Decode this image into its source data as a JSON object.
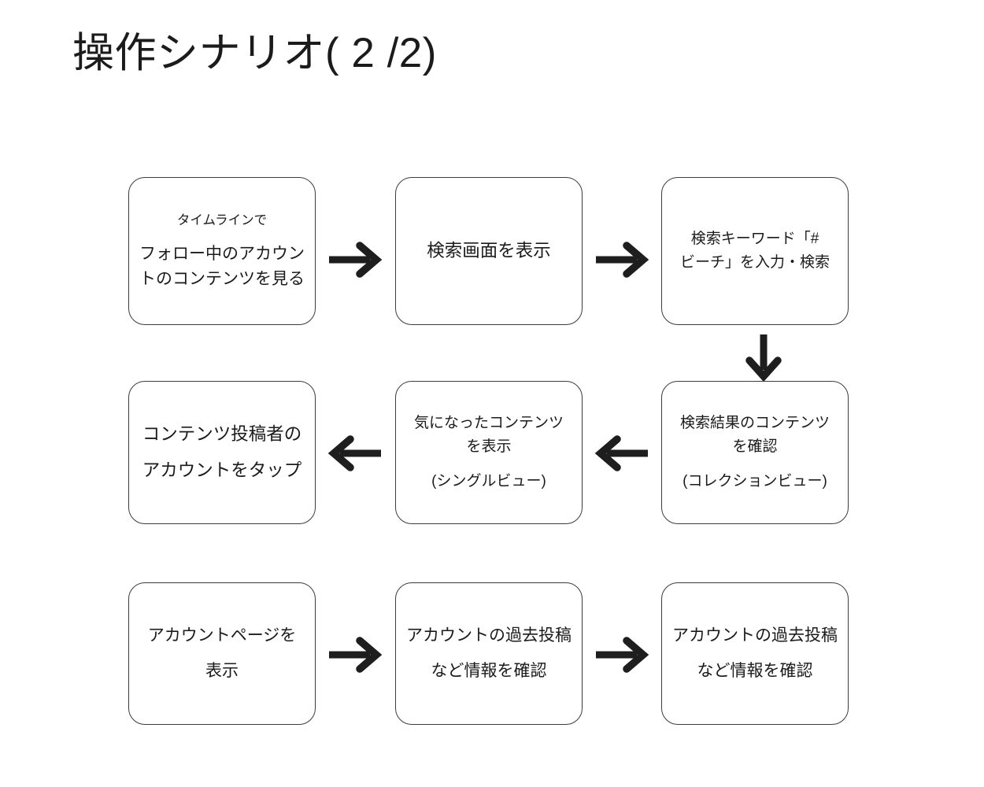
{
  "slide": {
    "title": "操作シナリオ( 2 /2)",
    "background_color": "#ffffff",
    "text_color": "#1b1b1b",
    "box_border_color": "#3c3c3c",
    "arrow_color": "#1e1e1e"
  },
  "boxes": {
    "b1": {
      "id": "timeline-view",
      "line1": "タイムラインで",
      "line2": "フォロー中のアカウン",
      "line3": "トのコンテンツを見る"
    },
    "b2": {
      "id": "search-screen",
      "line1": "検索画面を表示"
    },
    "b3": {
      "id": "search-keyword-input",
      "line1": "検索キーワード「#",
      "line2": "ビーチ」を入力・検索"
    },
    "b4": {
      "id": "search-results-check",
      "line1": "検索結果のコンテンツ",
      "line2": "を確認",
      "line3": "(コレクションビュー)"
    },
    "b5": {
      "id": "single-content-view",
      "line1": "気になったコンテンツ",
      "line2": "を表示",
      "line3": "(シングルビュー)"
    },
    "b6": {
      "id": "tap-poster-account",
      "line1": "コンテンツ投稿者の",
      "line2": "アカウントをタップ"
    },
    "b7": {
      "id": "account-page-view",
      "line1": "アカウントページを",
      "line2": "表示"
    },
    "b8": {
      "id": "account-past-posts-1",
      "line1": "アカウントの過去投稿",
      "line2": "など情報を確認"
    },
    "b9": {
      "id": "account-past-posts-2",
      "line1": "アカウントの過去投稿",
      "line2": "など情報を確認"
    }
  },
  "arrows": {
    "a1": {
      "direction": "right",
      "from": "b1",
      "to": "b2"
    },
    "a2": {
      "direction": "right",
      "from": "b2",
      "to": "b3"
    },
    "a3": {
      "direction": "down",
      "from": "b3",
      "to": "b4"
    },
    "a4": {
      "direction": "left",
      "from": "b4",
      "to": "b5"
    },
    "a5": {
      "direction": "left",
      "from": "b5",
      "to": "b6"
    },
    "a6": {
      "direction": "right",
      "from": "b7",
      "to": "b8"
    },
    "a7": {
      "direction": "right",
      "from": "b8",
      "to": "b9"
    }
  }
}
